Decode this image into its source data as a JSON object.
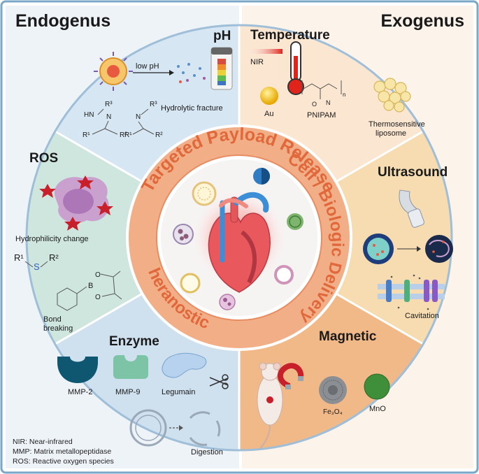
{
  "headings": {
    "left": "Endogenus",
    "right": "Exogenus"
  },
  "ring": {
    "top": "Targeted Payload Release",
    "right": "Cell / Biologic Delivery",
    "left": "Theranostics"
  },
  "segments": {
    "ph": {
      "title": "pH",
      "arrow_label": "low pH",
      "caption": "Hydrolytic fracture"
    },
    "ros": {
      "title": "ROS",
      "caption1": "Hydrophilicity change",
      "caption2_line1": "Bond",
      "caption2_line2": "breaking"
    },
    "enzyme": {
      "title": "Enzyme",
      "items": [
        "MMP-2",
        "MMP-9",
        "Legumain"
      ],
      "caption": "Digestion"
    },
    "temperature": {
      "title": "Temperature",
      "nir": "NIR",
      "au": "Au",
      "pnipam": "PNIPAM",
      "lipo_line1": "Thermosensitive",
      "lipo_line2": "liposome"
    },
    "ultrasound": {
      "title": "Ultrasound",
      "caption": "Cavitation"
    },
    "magnetic": {
      "title": "Magnetic",
      "fe3o4": "Fe₃O₄",
      "mno": "MnO"
    }
  },
  "chem": {
    "r1": "R¹",
    "r2": "R²",
    "r3": "R³",
    "hn": "HN",
    "n": "N",
    "s": "S",
    "b": "B",
    "o": "O",
    "n_sub": "n"
  },
  "legend": [
    "NIR: Near-infrared",
    "MMP: Matrix metallopeptidase",
    "ROS: Reactive oxygen species"
  ],
  "colors": {
    "ph_bg": "#d6e6f3",
    "ros_bg": "#cfe6df",
    "enzyme_bg": "#cfe0ef",
    "temperature_bg": "#fbe6d2",
    "ultrasound_bg": "#f6dcb0",
    "magnetic_bg": "#f2b988",
    "ring": "#f2ae86",
    "ring_text": "#e0683b",
    "heading": "#111111"
  }
}
